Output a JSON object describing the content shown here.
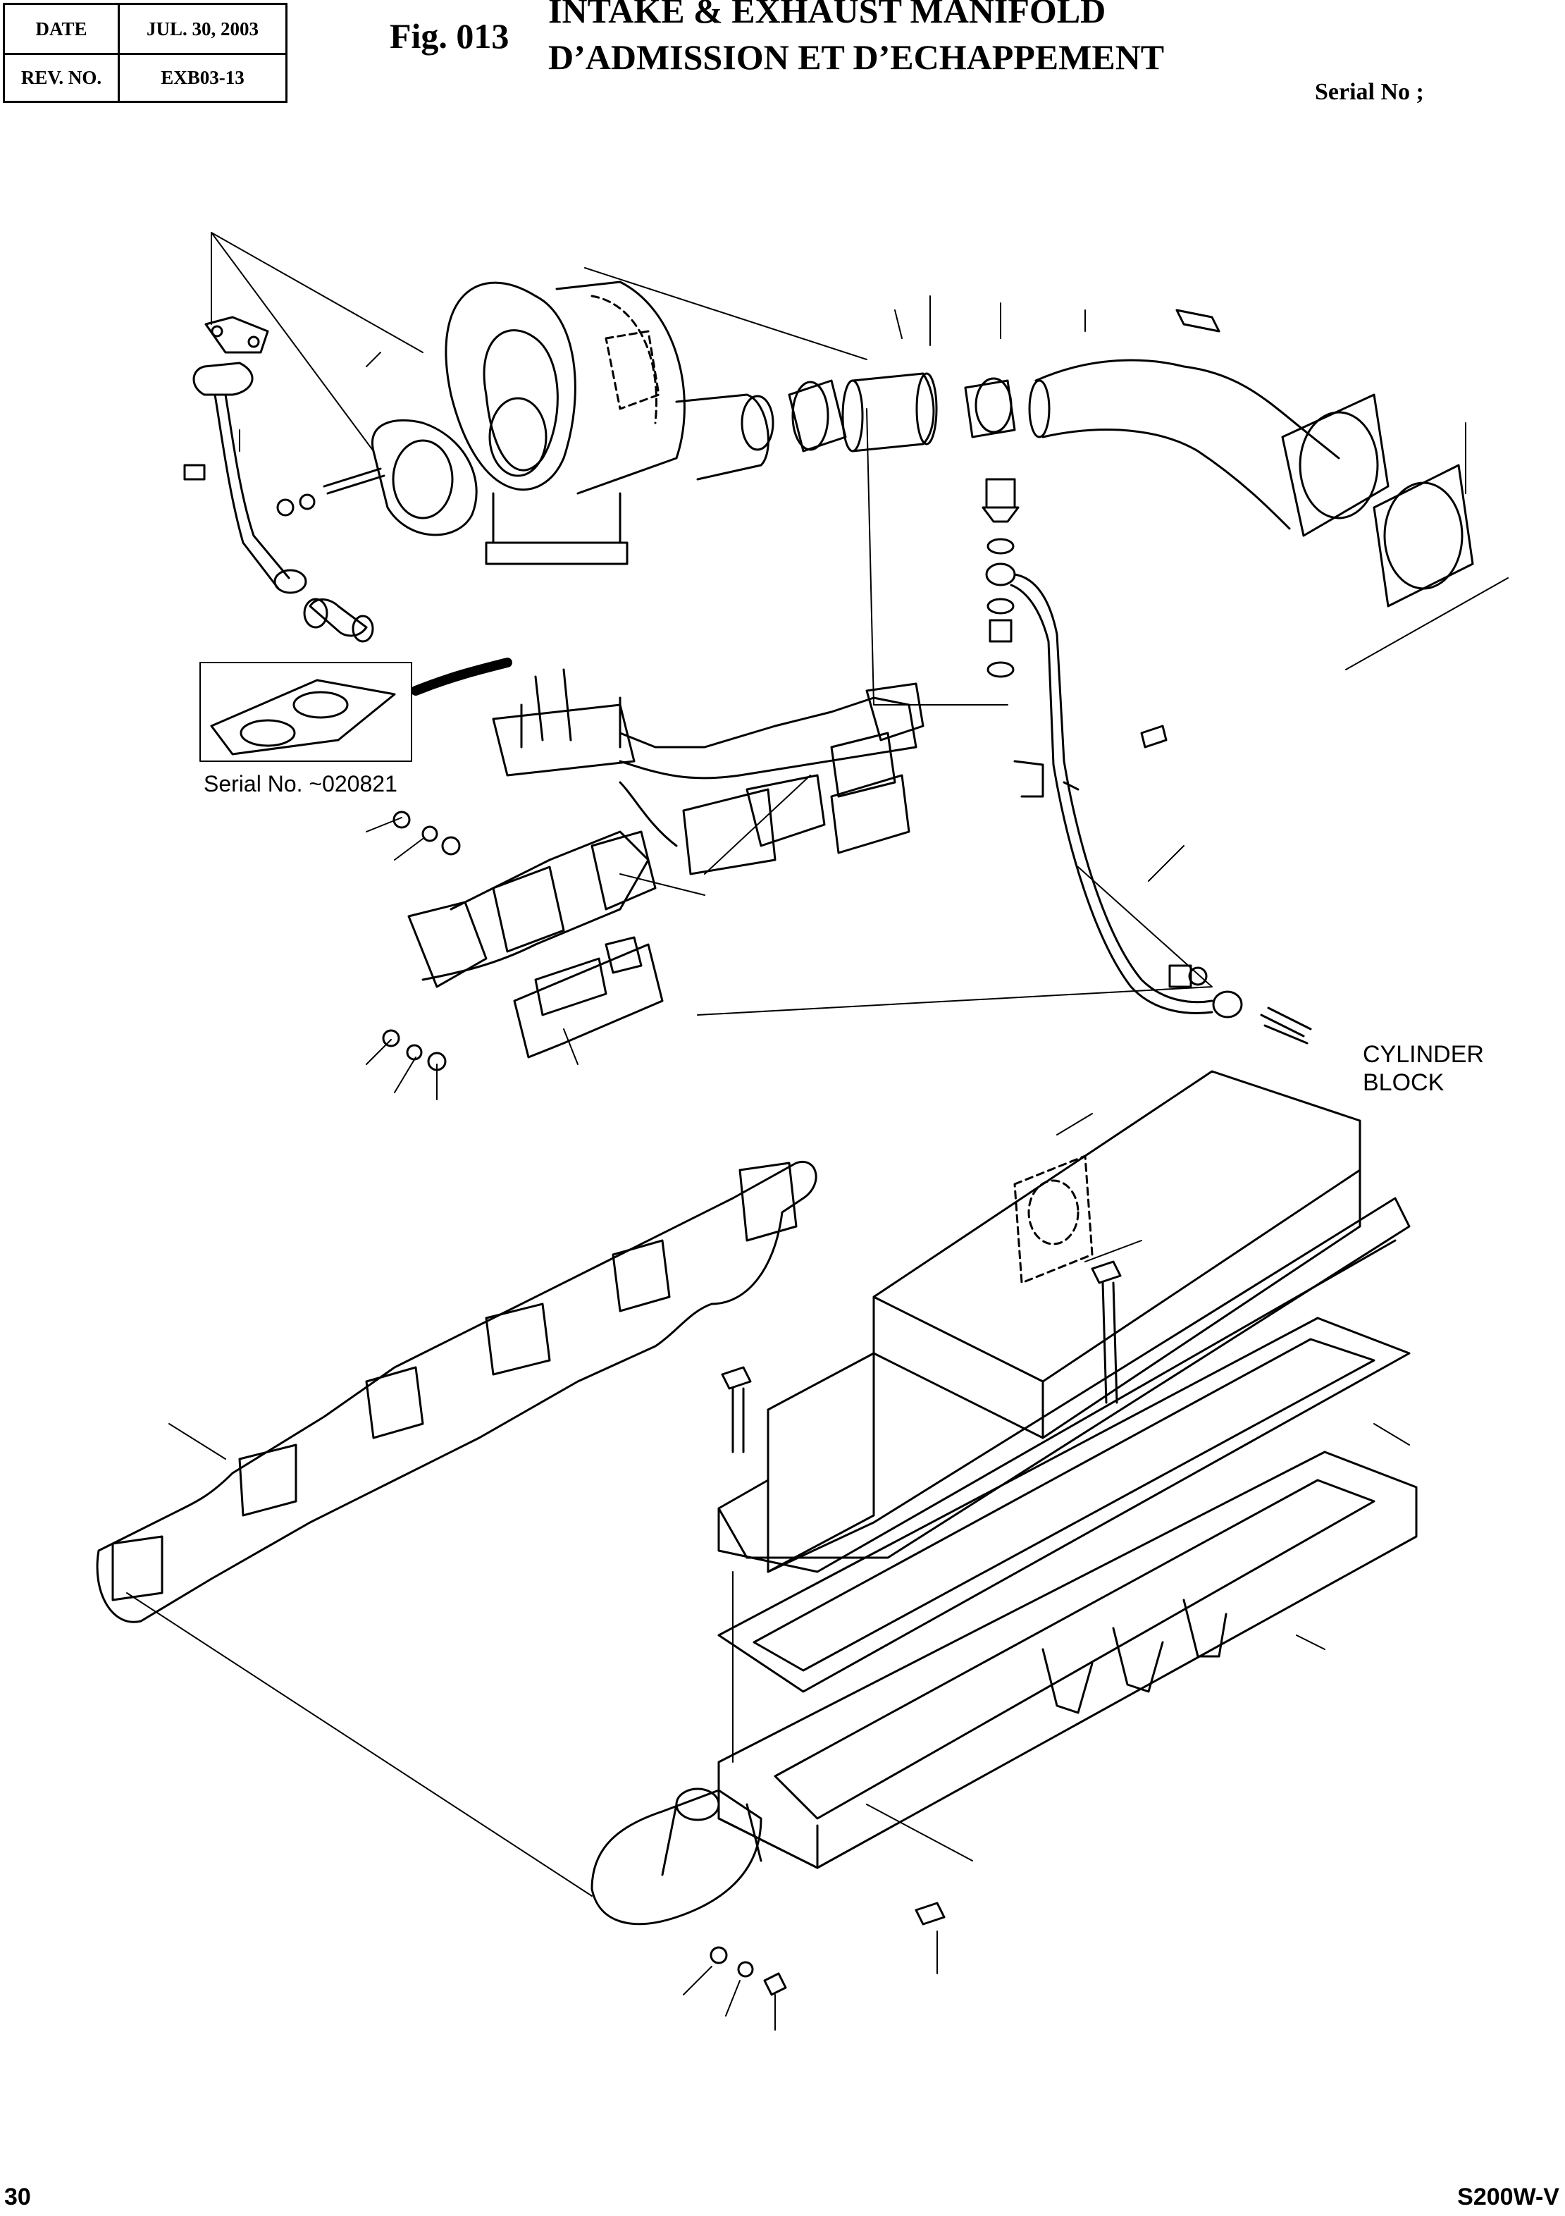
{
  "header": {
    "date_label": "DATE",
    "date_value": "JUL. 30, 2003",
    "rev_label": "REV. NO.",
    "rev_value": "EXB03-13"
  },
  "figure": {
    "number": "Fig. 013",
    "title_en": "INTAKE & EXHAUST MANIFOLD",
    "title_fr": "D’ADMISSION ET D’ECHAPPEMENT",
    "serial_label": "Serial No ;"
  },
  "drawing": {
    "inset_caption": "Serial No. ~020821",
    "callout_line1": "CYLINDER",
    "callout_line2": "BLOCK"
  },
  "footer": {
    "page_number": "30",
    "model": "S200W-V"
  }
}
